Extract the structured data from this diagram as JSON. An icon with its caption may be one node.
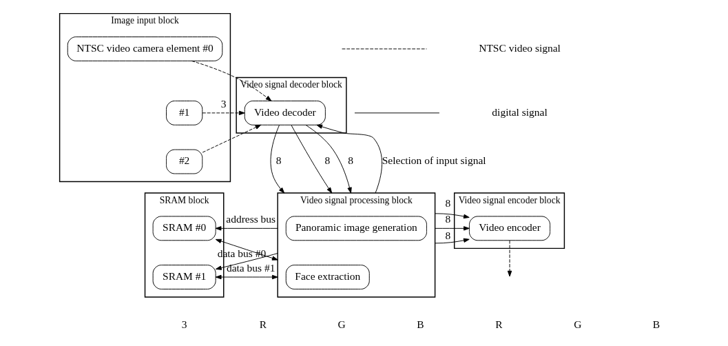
{
  "diagram": {
    "nodes": [
      {
        "text": [
          "Image input block"
        ]
      },
      {
        "text": [
          "NTSC video camera element #0"
        ],
        "in": 0
      },
      {
        "text": [
          "#1"
        ],
        "in": 0
      },
      {
        "text": [
          "#2"
        ],
        "in": 0
      },
      {
        "text": [
          "Video signal decoder block"
        ]
      },
      {
        "text": [
          "Video decoder"
        ],
        "in": 4
      },
      {
        "text": [
          "SRAM block"
        ]
      },
      {
        "text": [
          "SRAM #0"
        ],
        "in": 6
      },
      {
        "text": [
          "SRAM #1"
        ],
        "in": 6
      },
      {
        "text": [
          "Video signal processing block"
        ]
      },
      {
        "text": [
          "Panoramic image generation"
        ],
        "in": 9
      },
      {
        "text": [
          "Face extraction"
        ],
        "in": 9
      },
      {
        "text": [
          "Video signal encoder block"
        ]
      },
      {
        "text": [
          "Video encoder"
        ],
        "in": 12
      }
    ],
    "edges": [
      {
        "from": 1,
        "to": 5,
        "arrow": "to",
        "style": "dashed"
      },
      {
        "from": 2,
        "to": 5,
        "arrow": "to",
        "style": "dashed",
        "label": "3"
      },
      {
        "from": 3,
        "to": 5,
        "arrow": "to",
        "style": "dashed"
      },
      {
        "from": 9,
        "to": 5,
        "arrow": "to",
        "label": "Selection of input signal"
      },
      {
        "from": 5,
        "to": 9,
        "arrow": "to",
        "label": "8"
      },
      {
        "from": 5,
        "to": 9,
        "arrow": "to",
        "label": "8"
      },
      {
        "from": 5,
        "to": 9,
        "arrow": "to",
        "label": "8"
      },
      {
        "from": 9,
        "to": 7,
        "arrow": "to",
        "label": "address bus"
      },
      {
        "from": 9,
        "to": 8,
        "arrow": "to"
      },
      {
        "from": 7,
        "to": 9,
        "arrow": "both",
        "label": "data bus #0"
      },
      {
        "from": 8,
        "to": 9,
        "arrow": "both",
        "label": "data bus #1"
      },
      {
        "from": 9,
        "to": 13,
        "arrow": "to",
        "label": "8"
      },
      {
        "from": 9,
        "to": 13,
        "arrow": "to",
        "label": "8"
      },
      {
        "from": 9,
        "to": 13,
        "arrow": "to",
        "label": "8"
      },
      {
        "from": 13,
        "to": null,
        "arrow": "to",
        "style": "dashed"
      }
    ],
    "labels": [
      "3",
      "R",
      "G",
      "B",
      "R",
      "G",
      "B"
    ],
    "legend": [
      {
        "text": "NTSC video signal"
      },
      {
        "text": "digital signal"
      }
    ]
  }
}
